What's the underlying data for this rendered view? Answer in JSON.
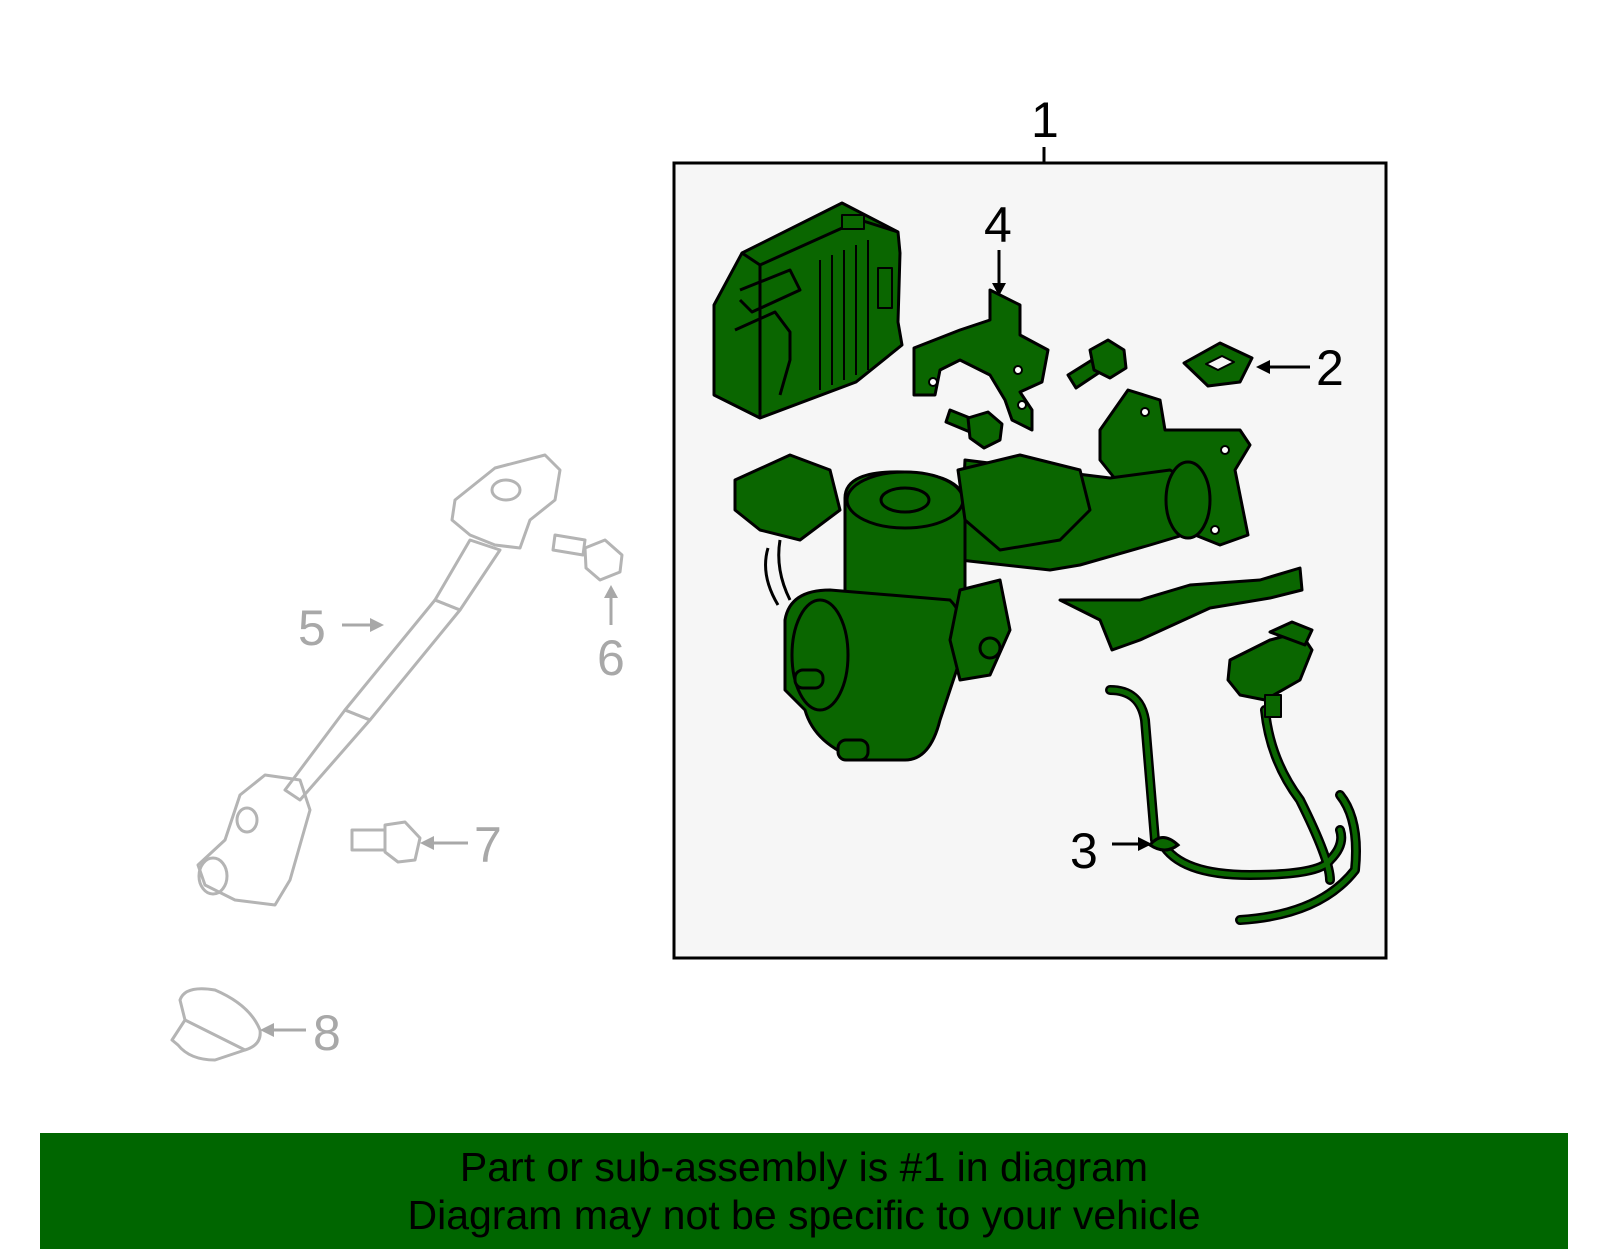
{
  "callouts": {
    "part1": "1",
    "part2": "2",
    "part3": "3",
    "part4": "4",
    "part5": "5",
    "part6": "6",
    "part7": "7",
    "part8": "8"
  },
  "footer": {
    "line1": "Part or sub-assembly is #1 in diagram",
    "line2": "Diagram may not be specific to your vehicle"
  },
  "colors": {
    "highlight_part": "#0a6600",
    "banner": "#006600",
    "secondary_part_outline": "#b4b4b4",
    "assembly_box_fill": "#f6f6f6"
  }
}
